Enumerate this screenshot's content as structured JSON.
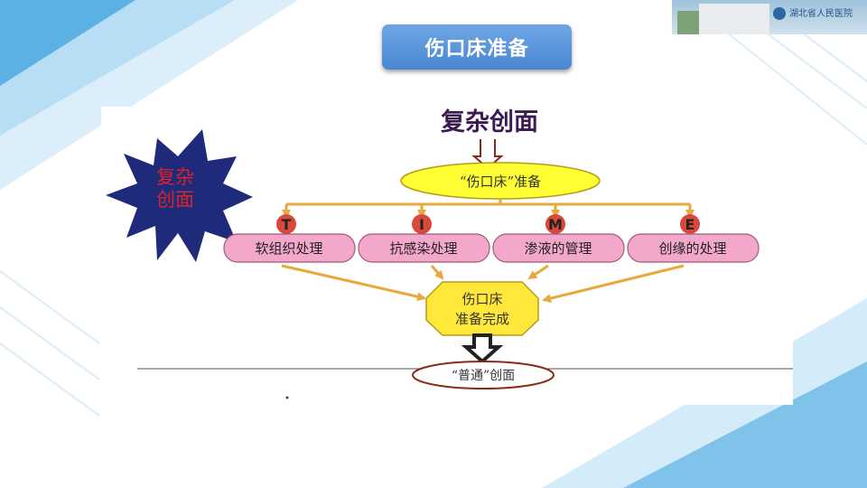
{
  "slide": {
    "title": "伤口床准备",
    "logo_text": "湖北省人民医院"
  },
  "diagram": {
    "top_label": "复杂创面",
    "star_label_line1": "复杂",
    "star_label_line2": "创面",
    "oval_label": "“伤口床”准备",
    "letters": [
      "T",
      "I",
      "M",
      "E"
    ],
    "steps": [
      "软组织处理",
      "抗感染处理",
      "渗液的管理",
      "创缘的处理"
    ],
    "octagon_line1": "伤口床",
    "octagon_line2": "准备完成",
    "result_label": "“普通”创面"
  },
  "colors": {
    "title_blue": "#4a87d2",
    "star_navy": "#1f2a7a",
    "star_text_red": "#d8232a",
    "oval_yellow": "#ffff33",
    "step_pink": "#f3a8cb",
    "letter_red": "#d9483b",
    "arrow_orange": "#e6a93c",
    "octagon_yellow": "#ffe83a",
    "top_label_purple": "#3b1a52",
    "result_border": "#8b2a18"
  }
}
